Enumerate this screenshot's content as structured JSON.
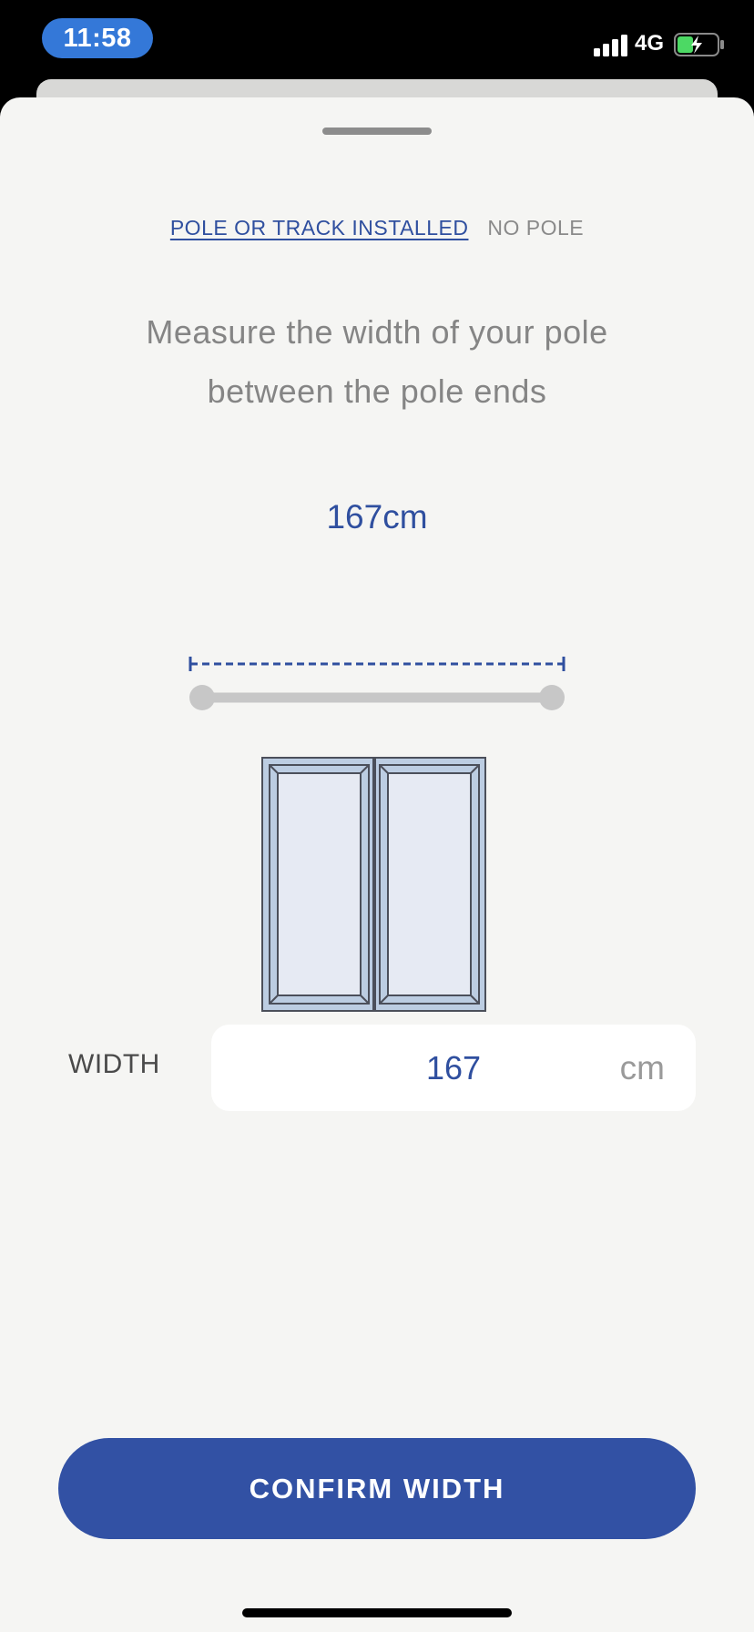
{
  "status_bar": {
    "time": "11:58",
    "network": "4G"
  },
  "tabs": [
    {
      "label": "POLE OR TRACK INSTALLED",
      "active": true
    },
    {
      "label": "NO POLE",
      "active": false
    }
  ],
  "instruction": {
    "line1": "Measure the width of your pole",
    "line2": "between the pole ends"
  },
  "measurement": {
    "label": "167cm"
  },
  "width_input": {
    "label": "WIDTH",
    "value": "167",
    "unit": "cm"
  },
  "confirm_button": {
    "label": "CONFIRM WIDTH"
  },
  "colors": {
    "accent": "#3251a4",
    "accent_text": "#2f4f9f",
    "sheet_background": "#f5f5f3",
    "time_pill": "#3478d8"
  }
}
